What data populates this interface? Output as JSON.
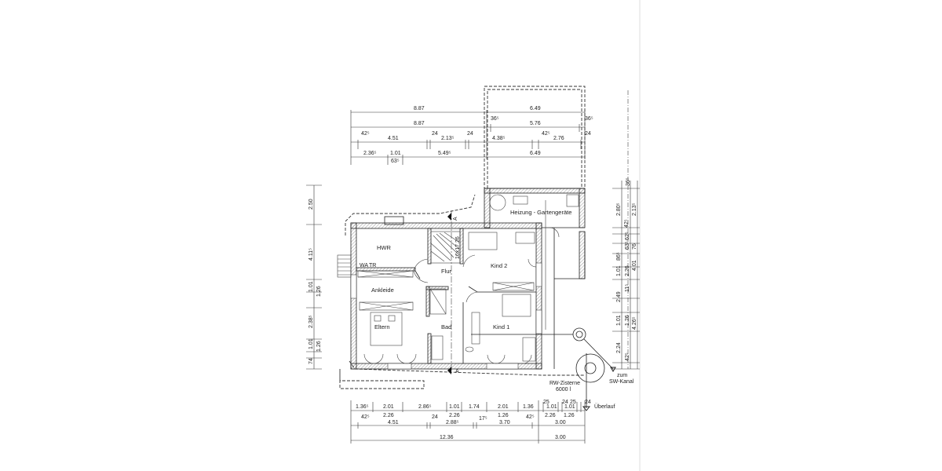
{
  "rooms": {
    "hwr": "HWR",
    "wa": "WA",
    "tr": "TR",
    "ankleide": "Ankleide",
    "eltern": "Eltern",
    "flur": "Flur",
    "bad": "Bad",
    "kind2": "Kind 2",
    "kind1": "Kind 1",
    "heizung": "Heizung - Gartengeräte",
    "stairs": "16x17.26"
  },
  "annotations": {
    "cistern_1": "RW-Zisterne",
    "cistern_2": "6000 l",
    "sewer_1": "zum",
    "sewer_2": "SW-Kanal",
    "overflow": "Überlauf",
    "section_mark": "A"
  },
  "dims_top": {
    "row1": [
      "8.87",
      "6.49"
    ],
    "row2": [
      "8.87",
      "36⁵",
      "5.76",
      "36⁵"
    ],
    "row3": [
      "42⁵",
      "4.51",
      "24",
      "2.13⁵",
      "24",
      "4.38⁵",
      "42⁵",
      "2.76",
      "24"
    ],
    "row4": [
      "2.36⁵",
      "1.01",
      "63⁵",
      "5.49⁵",
      "6.49"
    ]
  },
  "dims_bottom": {
    "row1_top": [
      "1.36⁵",
      "2.01",
      "2.86⁵",
      "1.01",
      "1.74",
      "2.01",
      "1.36",
      "25",
      "1.01",
      "24",
      "25",
      "1.01",
      "24"
    ],
    "row1_bottom": [
      "2.26",
      "2.26",
      "1.26",
      "2.26",
      "1.26"
    ],
    "row2": [
      "42⁵",
      "4.51",
      "24",
      "2.88⁵",
      "17⁵",
      "3.70",
      "42⁵",
      "3.00"
    ],
    "row3": [
      "12.36",
      "3.00"
    ]
  },
  "dims_left": [
    "2.50",
    "4.11⁵",
    "1.01",
    "1.26",
    "2.38⁵",
    "1.01",
    "1.26",
    "74"
  ],
  "dims_right": [
    "36⁵",
    "2.80⁵",
    "42⁵",
    "2.13⁵",
    "62⁵",
    "63⁵",
    "86⁵",
    "76",
    "1.01",
    "2.26",
    "4.01",
    "11⁵",
    "2.49",
    "1.01",
    "1.26",
    "4.26⁵",
    "2.24",
    "42⁵"
  ]
}
